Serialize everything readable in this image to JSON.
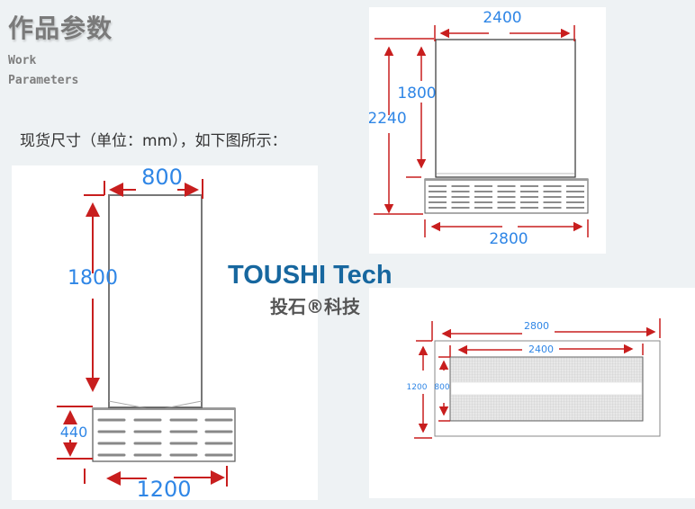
{
  "header": {
    "title": "作品参数",
    "subtitle_line1": "Work",
    "subtitle_line2": "Parameters"
  },
  "note": "现货尺寸（单位：mm），如下图所示：",
  "brand": {
    "name": "TOUSHI Tech",
    "name_cn": "投石®科技"
  },
  "colors": {
    "dimension_line": "#c81e1e",
    "dimension_text": "#2f86e6",
    "brand": "#17679f"
  },
  "drawings": {
    "front_small": {
      "screen_width": "800",
      "screen_height": "1800",
      "base_height": "440",
      "base_width": "1200"
    },
    "front_large": {
      "screen_width": "2400",
      "screen_height": "1800",
      "total_height": "2240",
      "base_width": "2800"
    },
    "top_view": {
      "outer_width": "2800",
      "inner_width": "2400",
      "outer_depth": "1200",
      "inner_depth": "800"
    }
  }
}
